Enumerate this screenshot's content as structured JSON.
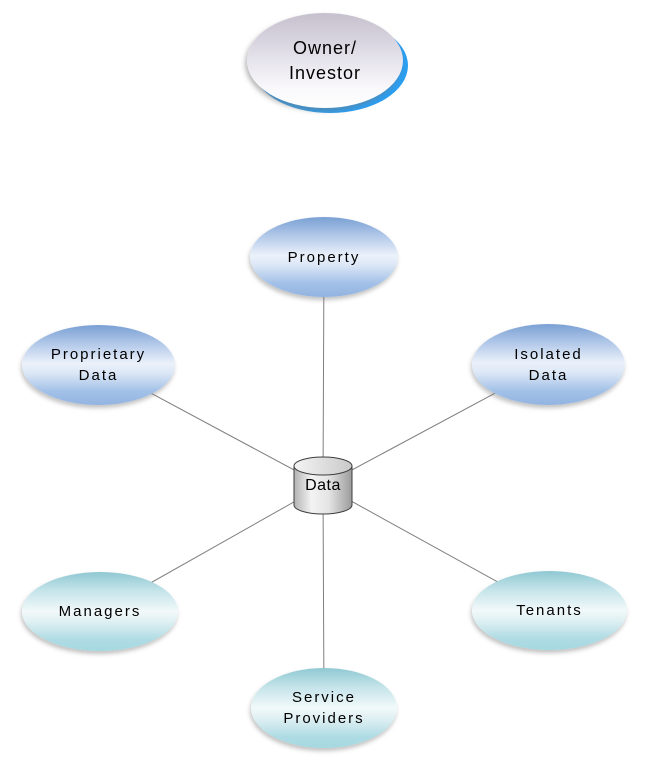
{
  "diagram": {
    "background": "#ffffff",
    "center_node": {
      "id": "data",
      "label": "Data",
      "shape": "cylinder"
    },
    "nodes": [
      {
        "id": "owner-investor",
        "lines": [
          "Owner/",
          "Investor"
        ],
        "color_style": "lavender",
        "accent_color": "#2c9ef0",
        "connected": false
      },
      {
        "id": "property",
        "lines": [
          "Property"
        ],
        "color_style": "blue",
        "connected": true
      },
      {
        "id": "proprietary-data",
        "lines": [
          "Proprietary",
          "Data"
        ],
        "color_style": "blue",
        "connected": true
      },
      {
        "id": "isolated-data",
        "lines": [
          "Isolated",
          "Data"
        ],
        "color_style": "blue",
        "connected": true
      },
      {
        "id": "managers",
        "lines": [
          "Managers"
        ],
        "color_style": "teal",
        "connected": true
      },
      {
        "id": "tenants",
        "lines": [
          "Tenants"
        ],
        "color_style": "teal",
        "connected": true
      },
      {
        "id": "service-providers",
        "lines": [
          "Service",
          "Providers"
        ],
        "color_style": "teal",
        "connected": true
      }
    ],
    "edges": [
      {
        "from": "property",
        "to": "data"
      },
      {
        "from": "proprietary-data",
        "to": "data"
      },
      {
        "from": "isolated-data",
        "to": "data"
      },
      {
        "from": "managers",
        "to": "data"
      },
      {
        "from": "tenants",
        "to": "data"
      },
      {
        "from": "service-providers",
        "to": "data"
      }
    ],
    "colors": {
      "blue_top": "#7aa0d4",
      "blue_mid": "#ebf1fa",
      "blue_bottom": "#92b4e1",
      "teal_top": "#8fc8d2",
      "teal_mid": "#f2f9fa",
      "teal_bottom": "#a5d8e0",
      "lavender_top": "#c5c0cd",
      "lavender_bottom": "#ffffff",
      "owner_accent": "#2c9ef0",
      "cylinder_light": "#f3f3f3",
      "cylinder_dark": "#9b9b9b",
      "connector_line": "#7f7f7f",
      "text": "#000000"
    }
  }
}
